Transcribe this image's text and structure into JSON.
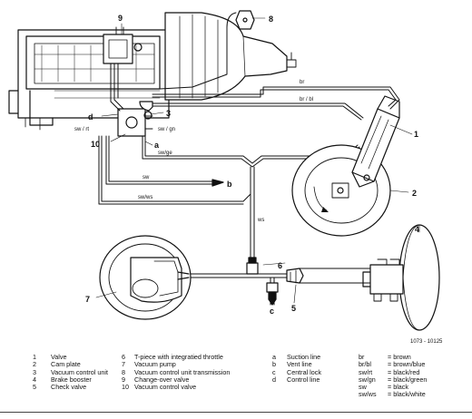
{
  "callouts": {
    "c1": "1",
    "c2": "2",
    "c3": "3",
    "c4": "4",
    "c5": "5",
    "c6": "6",
    "c7": "7",
    "c8": "8",
    "c9": "9",
    "c10": "10",
    "a": "a",
    "b": "b",
    "c": "c",
    "d": "d"
  },
  "wire_labels": {
    "br": "br",
    "brbl": "br / bl",
    "swgn": "sw / gn",
    "swrt": "sw / rt",
    "swge": "sw/ge",
    "sw": "sw",
    "swws": "sw/ws",
    "ws": "ws"
  },
  "figure_code": "1073 - 10125",
  "legend_components_a": [
    {
      "key": "1",
      "text": "Valve"
    },
    {
      "key": "2",
      "text": "Cam plate"
    },
    {
      "key": "3",
      "text": "Vacuum control unit"
    },
    {
      "key": "4",
      "text": "Brake booster"
    },
    {
      "key": "5",
      "text": "Check valve"
    }
  ],
  "legend_components_b": [
    {
      "key": "6",
      "text": "T-piece with integratied throttle"
    },
    {
      "key": "7",
      "text": "Vacuum pump"
    },
    {
      "key": "8",
      "text": "Vacuum control unit transmission"
    },
    {
      "key": "9",
      "text": "Change-over valve"
    },
    {
      "key": "10",
      "text": "Vacuum control valve"
    }
  ],
  "legend_lines": [
    {
      "key": "a",
      "text": "Suction line"
    },
    {
      "key": "b",
      "text": "Vent line"
    },
    {
      "key": "c",
      "text": "Central lock"
    },
    {
      "key": "d",
      "text": "Control line"
    }
  ],
  "legend_colors": [
    {
      "key": "br",
      "text": "= brown"
    },
    {
      "key": "br/bl",
      "text": "= brown/blue"
    },
    {
      "key": "sw/rt",
      "text": "= black/red"
    },
    {
      "key": "sw/gn",
      "text": "= black/green"
    },
    {
      "key": "sw",
      "text": "= black"
    },
    {
      "key": "sw/ws",
      "text": "= black/white"
    }
  ]
}
